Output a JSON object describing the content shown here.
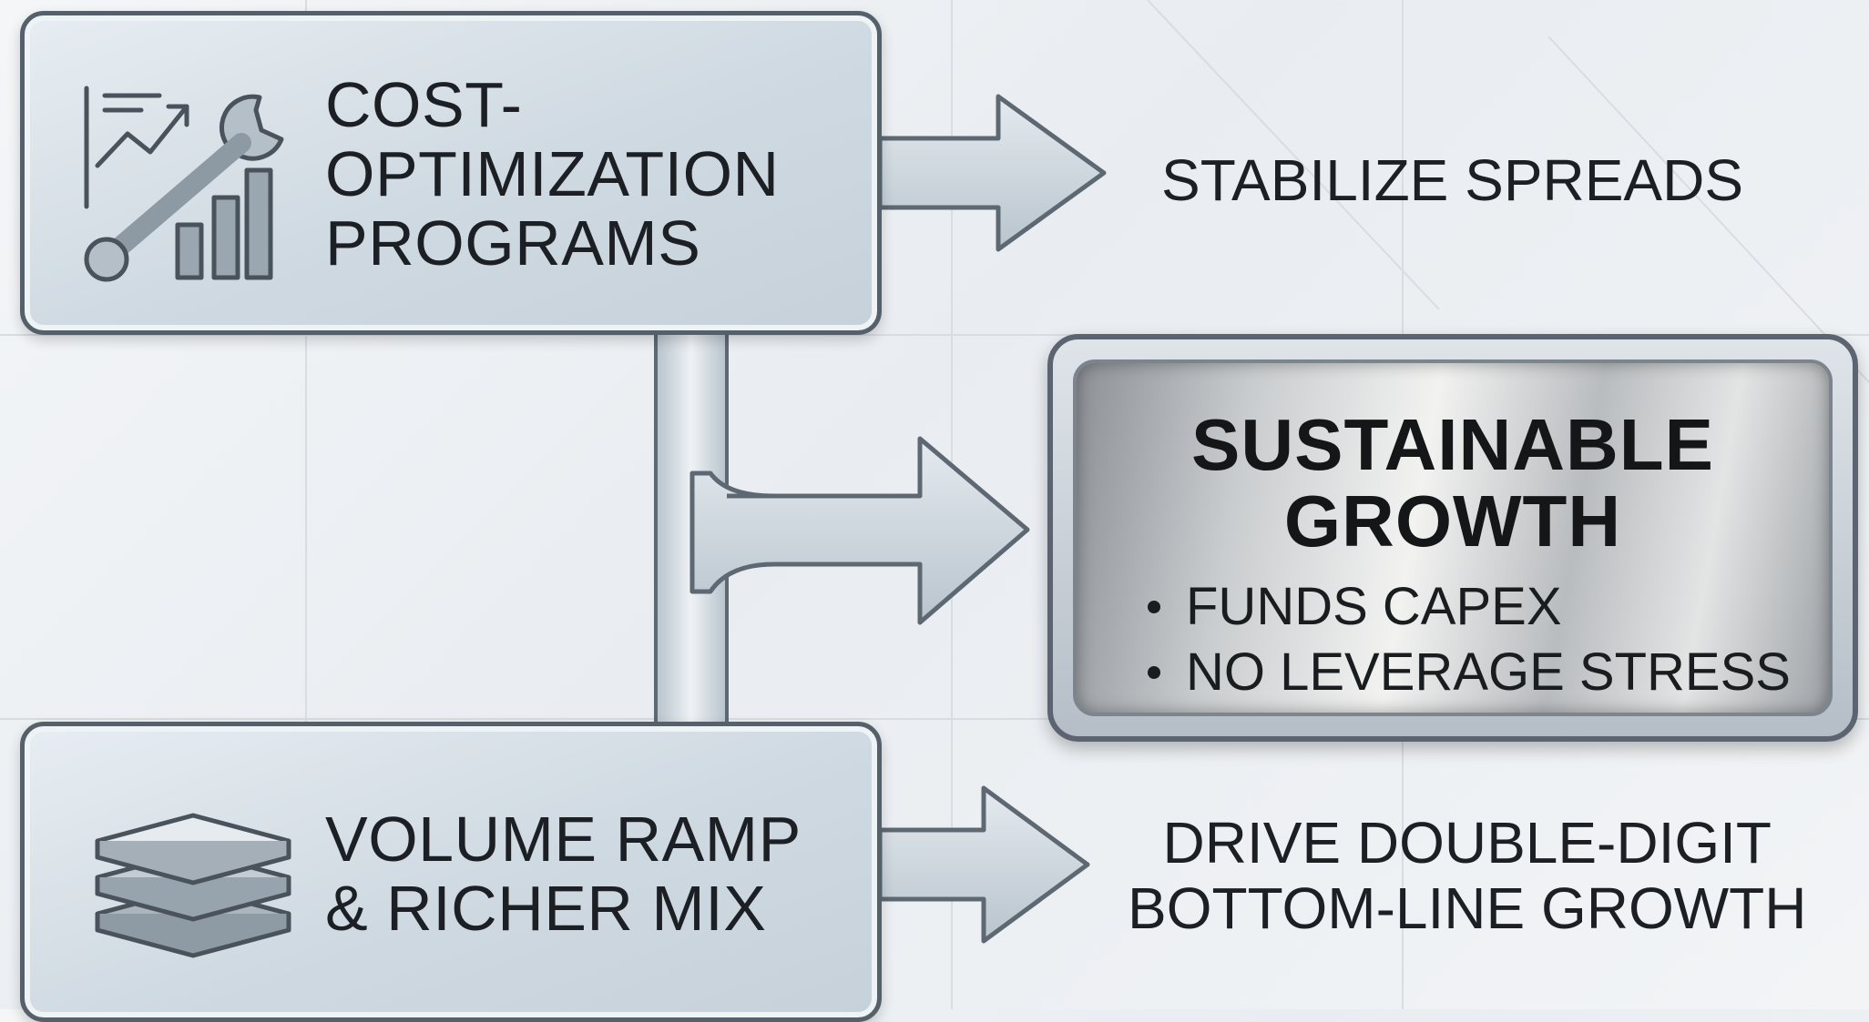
{
  "diagram": {
    "drivers": [
      {
        "id": "cost",
        "label_lines": [
          "COST-",
          "OPTIMIZATION",
          "PROGRAMS"
        ],
        "icon": "wrench-chart-icon"
      },
      {
        "id": "volume",
        "label_lines": [
          "VOLUME RAMP",
          "& RICHER MIX"
        ],
        "icon": "stacked-layers-icon"
      }
    ],
    "outcomes": {
      "stabilize": [
        "STABILIZE SPREADS"
      ],
      "drive": [
        "DRIVE DOUBLE-DIGIT",
        "BOTTOM-LINE GROWTH"
      ]
    },
    "result": {
      "title_lines": [
        "SUSTAINABLE",
        "GROWTH"
      ],
      "bullets": [
        "FUNDS CAPEX",
        "NO LEVERAGE STRESS"
      ]
    }
  },
  "colors": {
    "box_border": "#55606b",
    "box_fill": "#cfd9e1",
    "arrow_fill": "#c9d3db",
    "arrow_stroke": "#5e6873",
    "text": "#1c2024"
  }
}
